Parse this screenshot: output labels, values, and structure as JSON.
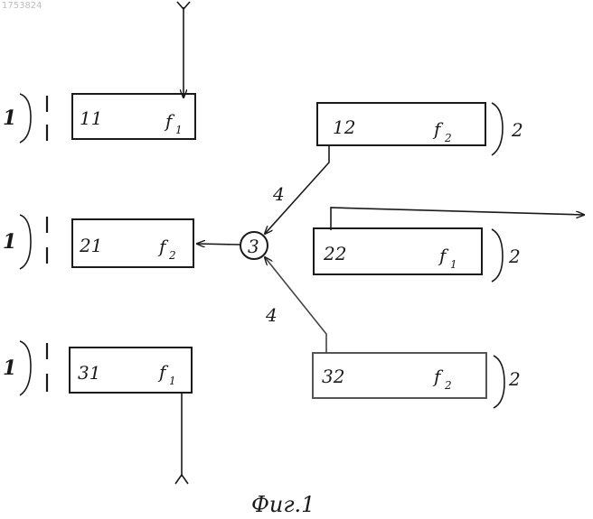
{
  "watermark": "1753824",
  "caption": "Фиг.1",
  "brace_labels": {
    "left": "1",
    "right": "2"
  },
  "channel_labels": {
    "upper": "4",
    "lower": "4"
  },
  "center_node": "3",
  "blocks": [
    {
      "id": "11",
      "freq": "f",
      "sub": "1"
    },
    {
      "id": "21",
      "freq": "f",
      "sub": "2"
    },
    {
      "id": "31",
      "freq": "f",
      "sub": "1"
    },
    {
      "id": "12",
      "freq": "f",
      "sub": "2"
    },
    {
      "id": "22",
      "freq": "f",
      "sub": "1"
    },
    {
      "id": "32",
      "freq": "f",
      "sub": "2"
    }
  ]
}
